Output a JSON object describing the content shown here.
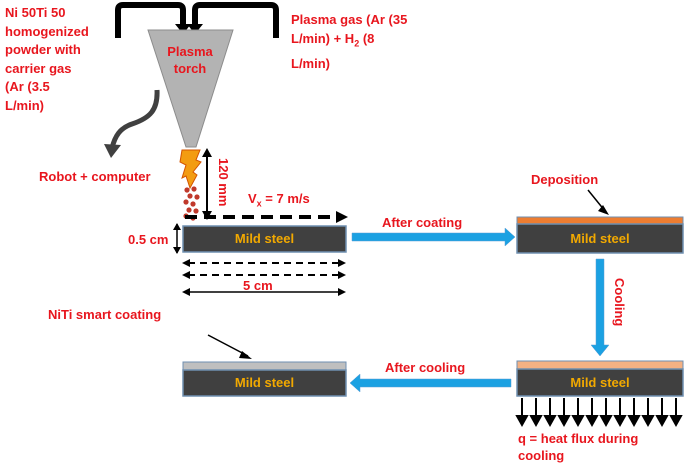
{
  "feedstock": {
    "lines": [
      "Ni 50Ti 50",
      "homogenized",
      "powder with",
      "carrier gas",
      "(Ar (3.5",
      "L/min)"
    ]
  },
  "plasma_gas": {
    "line1": "Plasma gas (Ar (35",
    "line2_pre": "L/min) + H",
    "line2_sub": "2",
    "line2_post": " (8",
    "line3": "L/min)"
  },
  "torch": {
    "line1": "Plasma",
    "line2": "torch"
  },
  "robot_label": "Robot + computer",
  "standoff_label": "120 mm",
  "velocity": {
    "pre": "V",
    "sub": "x",
    "post": " = 7 m/s"
  },
  "thickness_label": "0.5 cm",
  "length_label": "5 cm",
  "substrate_label": "Mild steel",
  "steps": {
    "after_coating": "After coating",
    "deposition": "Deposition",
    "cooling": "Cooling",
    "after_cooling": "After cooling",
    "niti_coating": "NiTi smart coating",
    "heat_flux_line1": "q = heat flux during",
    "heat_flux_line2": "cooling"
  },
  "colors": {
    "label_red": "#e8161e",
    "steel_dark": "#404040",
    "steel_text": "#f2a900",
    "arrow_blue": "#1ba1e2",
    "deposit_orange": "#ed7d31",
    "cooled_peach": "#f4b183",
    "niti_gray": "#bfbfbf",
    "torch_gray": "#b3b3b3",
    "flame_orange": "#f39c12",
    "particle_red": "#c0392b"
  }
}
